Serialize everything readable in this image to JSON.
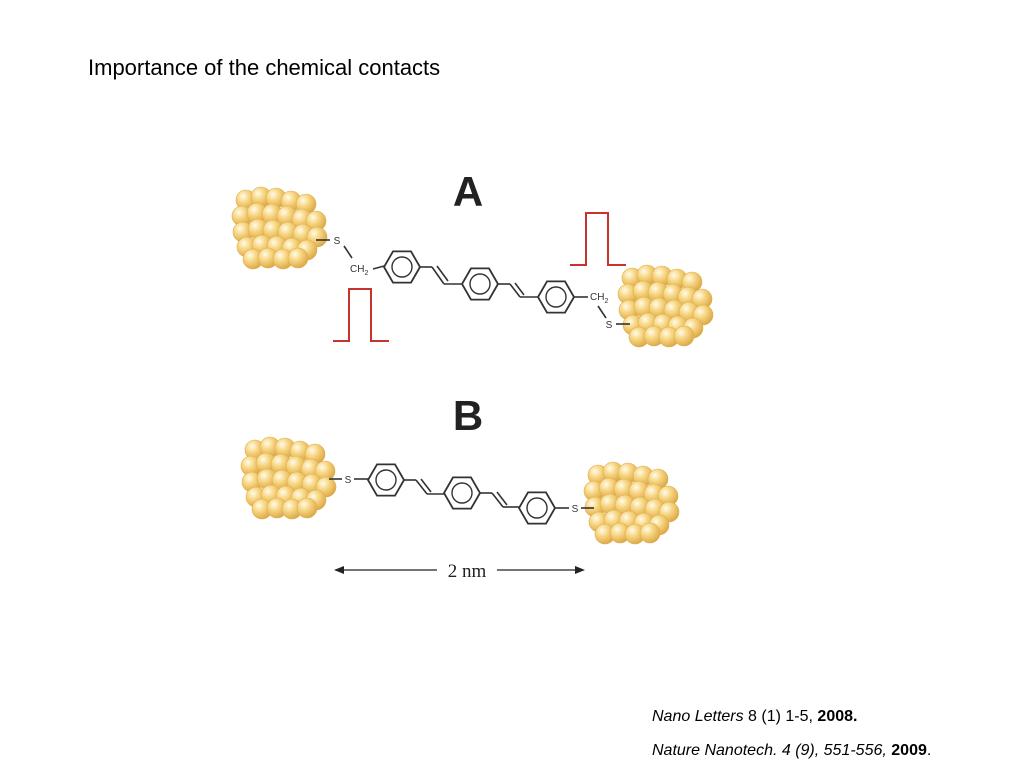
{
  "slide": {
    "title": "Importance of the chemical contacts"
  },
  "diagram": {
    "panel_a_label": "A",
    "panel_b_label": "B",
    "atom_s": "S",
    "group_ch": "CH",
    "group_sub": "2",
    "scale_label": "2 nm",
    "colors": {
      "gold": "#f5cf74",
      "gold_edge": "#dfae46",
      "barrier": "#c8332e",
      "bond": "#333333"
    }
  },
  "references": [
    {
      "journal": "Nano Letters",
      "details": " 8 (1) 1-5, ",
      "year": "2008.",
      "tail": ""
    },
    {
      "journal": "Nature Nanotech. 4 (9), 551-556,",
      "details": " ",
      "year": "2009",
      "tail": "."
    }
  ]
}
